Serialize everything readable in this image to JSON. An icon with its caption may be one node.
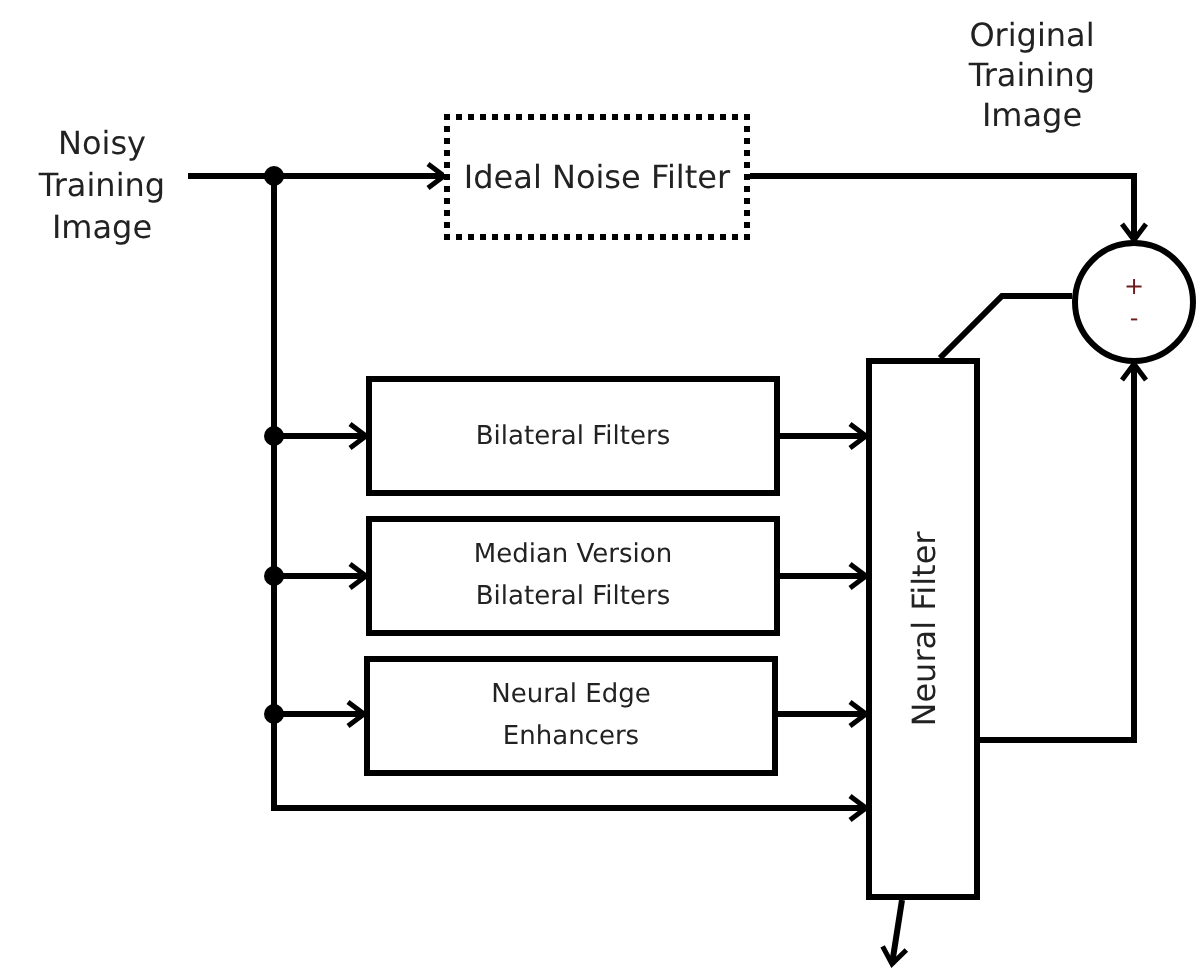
{
  "diagram": {
    "nodes": [
      {
        "text": [
          "Noisy Training Image"
        ]
      },
      {
        "text": [
          "Ideal Noise Filter"
        ]
      },
      {
        "text": [
          "+",
          "-"
        ]
      },
      {
        "text": [
          "Bilateral Filters"
        ]
      },
      {
        "text": [
          "Median Version Bilateral Filters"
        ]
      },
      {
        "text": [
          "Neural Edge Enhancers"
        ]
      },
      {
        "text": [
          "Neural Filter"
        ]
      }
    ],
    "edges": [
      {
        "from": 0,
        "to": 1,
        "arrow": "to"
      },
      {
        "from": 0,
        "to": 3,
        "arrow": "to"
      },
      {
        "from": 0,
        "to": 4,
        "arrow": "to"
      },
      {
        "from": 0,
        "to": 5,
        "arrow": "to"
      },
      {
        "from": 0,
        "to": 6,
        "arrow": "to"
      },
      {
        "from": 1,
        "to": 2,
        "arrow": "to",
        "label": "Original Training Image"
      },
      {
        "from": 3,
        "to": 6,
        "arrow": "to"
      },
      {
        "from": 4,
        "to": 6,
        "arrow": "to"
      },
      {
        "from": 5,
        "to": 6,
        "arrow": "to"
      },
      {
        "from": 6,
        "to": 2,
        "arrow": "none"
      },
      {
        "from": 6,
        "to": 2,
        "arrow": "to"
      },
      {
        "from": 6,
        "to": null,
        "arrow": "to"
      }
    ]
  }
}
